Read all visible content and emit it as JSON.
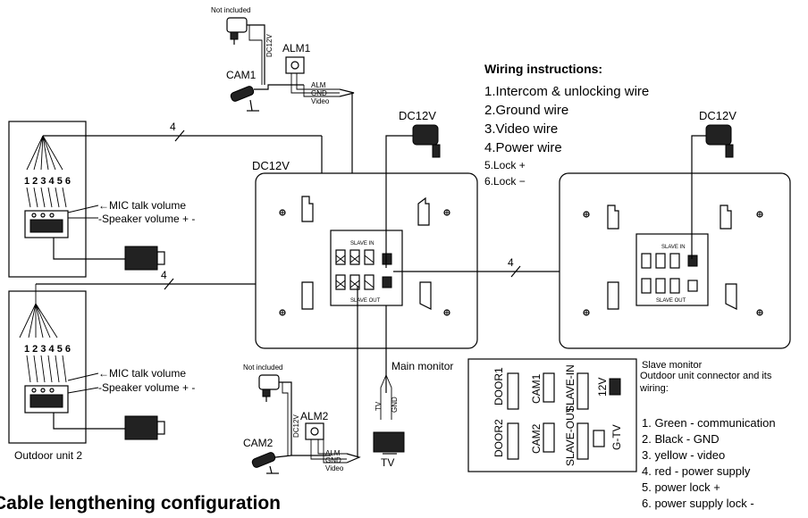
{
  "title": "Cable lengthening configuration",
  "wiring_instructions": {
    "heading": "Wiring instructions:",
    "items": [
      "1.Intercom & unlocking wire",
      "2.Ground wire",
      "3.Video wire",
      "4.Power wire",
      "5.Lock +",
      "6.Lock −"
    ]
  },
  "top_camera": {
    "not_included": "Not included",
    "cable_label": "DC12V",
    "cam_label": "CAM1",
    "alarm_label": "ALM1",
    "wire_alm": "ALM",
    "wire_gnd": "GND",
    "wire_video": "Video"
  },
  "bottom_camera": {
    "not_included": "Not included",
    "cable_label": "DC12V",
    "cam_label": "CAM2",
    "alarm_label": "ALM2",
    "wire_alm": "ALM",
    "wire_gnd": "GND",
    "wire_video": "Video"
  },
  "outdoor_unit_1": {
    "pins": "1 2 3 4 5 6",
    "mic_label": "←MIC talk volume",
    "speaker_label": "-Speaker volume + -",
    "cable_count": "4"
  },
  "outdoor_unit_2": {
    "pins": "1 2 3 4 5 6",
    "mic_label": "←MIC talk volume",
    "speaker_label": "-Speaker volume + -",
    "cable_count": "4",
    "caption": "Outdoor unit 2"
  },
  "main_monitor": {
    "label": "Main monitor",
    "side_label": "DC12V",
    "adapter_label": "DC12V",
    "slave_in": "SLAVE IN",
    "slave_out": "SLAVE OUT",
    "tv_wire": "TV",
    "gnd_wire": "GND",
    "tv_label": "TV"
  },
  "slave_monitor": {
    "label": "Slave monitor",
    "adapter_label": "DC12V",
    "slave_in": "SLAVE IN",
    "slave_out": "SLAVE OUT",
    "link_count": "4"
  },
  "connector_panel": {
    "labels": [
      "DOOR1",
      "DOOR2",
      "CAM1",
      "CAM2",
      "SLAVE-IN",
      "SLAVE-OUT",
      "12V",
      "G-TV"
    ],
    "caption_line1": "Outdoor unit connector and its",
    "caption_line2": "wiring:",
    "legend": [
      "1. Green - communication",
      "2. Black - GND",
      "3. yellow - video",
      "4. red - power supply",
      "5. power lock +",
      "6. power supply lock -"
    ]
  }
}
